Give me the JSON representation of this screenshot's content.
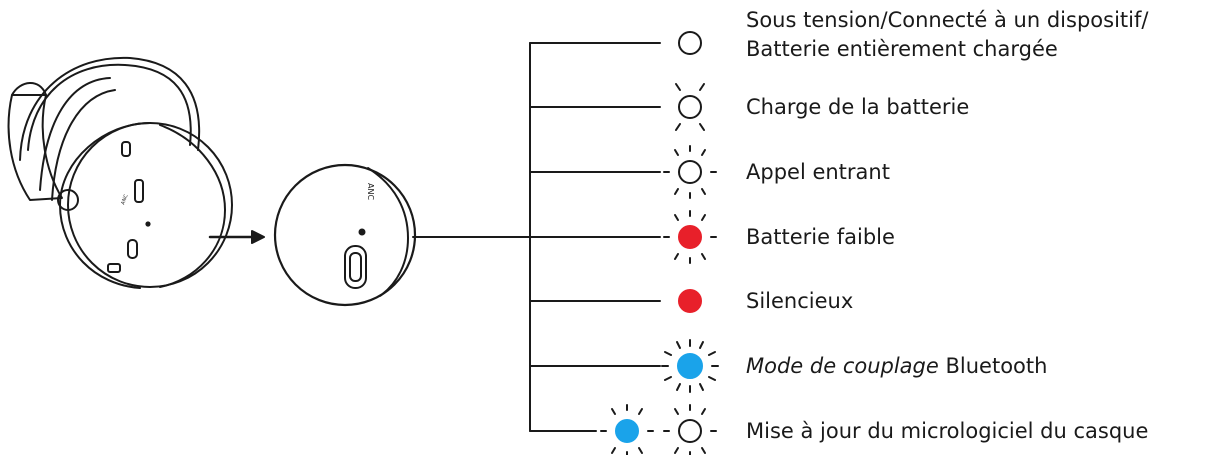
{
  "colors": {
    "ink": "#1a1a1a",
    "led_red": "#e8202a",
    "led_blue": "#1aa3ea",
    "background": "#ffffff"
  },
  "device": {
    "side_labels": [
      "ANC",
      "ANC"
    ]
  },
  "legend": [
    {
      "id": "on",
      "icon": "led-off-ring-icon",
      "line1": "Sous tension/Connecté à un dispositif/",
      "line2": "Batterie entièrement chargée"
    },
    {
      "id": "charging",
      "icon": "led-pulse-white-icon",
      "text": "Charge de la batterie"
    },
    {
      "id": "incoming",
      "icon": "led-blink-white-icon",
      "text": "Appel entrant"
    },
    {
      "id": "low",
      "icon": "led-blink-red-icon",
      "text": "Batterie faible"
    },
    {
      "id": "mute",
      "icon": "led-solid-red-icon",
      "text": "Silencieux"
    },
    {
      "id": "pairing",
      "icon": "led-fast-blink-blue-icon",
      "text_italic": "Mode de couplage",
      "text_rest": " Bluetooth"
    },
    {
      "id": "firmware",
      "icon": "led-alternate-blue-white-icon",
      "text": "Mise à jour du micrologiciel du casque"
    }
  ]
}
